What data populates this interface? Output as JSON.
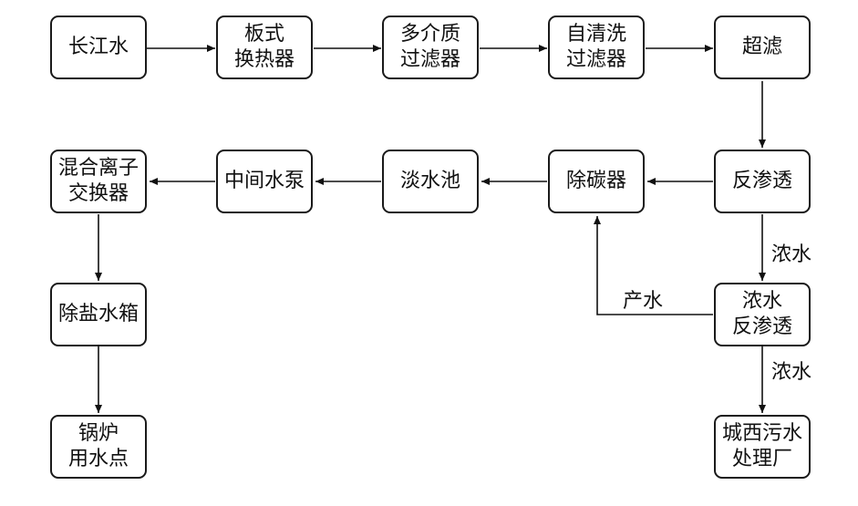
{
  "nodes": {
    "changjiang": "长江水",
    "plate_hx": "板式\n换热器",
    "multimedia": "多介质\n过滤器",
    "selfclean": "自清洗\n过滤器",
    "uf": "超滤",
    "ro": "反渗透",
    "decarb": "除碳器",
    "freshpool": "淡水池",
    "midpump": "中间水泵",
    "mixbed": "混合离子\n交换器",
    "demin_tank": "除盐水箱",
    "boiler": "锅炉\n用水点",
    "conc_ro": "浓水\n反渗透",
    "wwtp": "城西污水\n处理厂"
  },
  "edge_labels": {
    "ro_to_conc": "浓水",
    "conc_to_wwtp": "浓水",
    "conc_product": "产水"
  }
}
